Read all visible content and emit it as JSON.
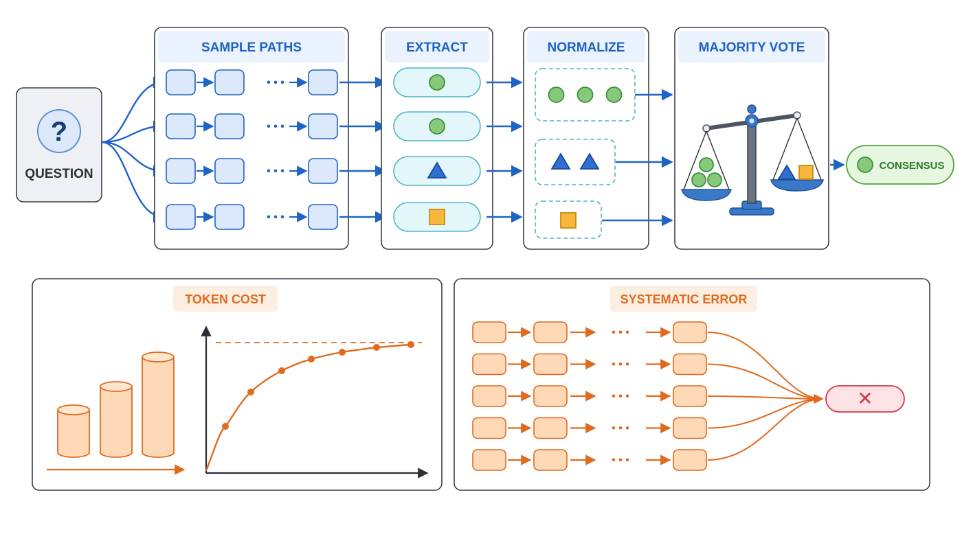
{
  "labels": {
    "question": "QUESTION",
    "sample_paths": "SAMPLE PATHS",
    "extract": "EXTRACT",
    "normalize": "NORMALIZE",
    "majority_vote": "MAJORITY VOTE",
    "consensus": "CONSENSUS",
    "token_cost": "TOKEN COST",
    "systematic_error": "SYSTEMATIC ERROR"
  },
  "glyphs": {
    "question_mark": "?",
    "ellipsis": "• • •",
    "error_cross": "✕"
  },
  "extracted_answers": [
    "circle",
    "circle",
    "triangle",
    "square"
  ],
  "normalized_groups": [
    {
      "shape": "circle",
      "count": 3
    },
    {
      "shape": "triangle",
      "count": 2
    },
    {
      "shape": "square",
      "count": 1
    }
  ],
  "token_cost_bars": [
    1,
    2,
    3
  ],
  "systematic_error_path_count": 5,
  "colors": {
    "blue": "#1e63c6",
    "blue_fill": "#dce9fb",
    "teal_fill": "#e3f6fa",
    "teal_stroke": "#4fb3c9",
    "green_fill": "#86c97a",
    "green_stroke": "#3d8f3a",
    "gold_fill": "#f6b73c",
    "gold_stroke": "#c98a12",
    "orange": "#e06a1e",
    "orange_fill": "#fdd9b8",
    "red": "#d2394a",
    "red_fill": "#fde3e6",
    "consensus_fill": "#e6f6df",
    "panel_stroke": "#3a3f47"
  },
  "icons": [
    "question-icon",
    "arrow-icon",
    "balance-scale-icon",
    "cross-icon",
    "cylinder-icon",
    "curve-icon"
  ]
}
